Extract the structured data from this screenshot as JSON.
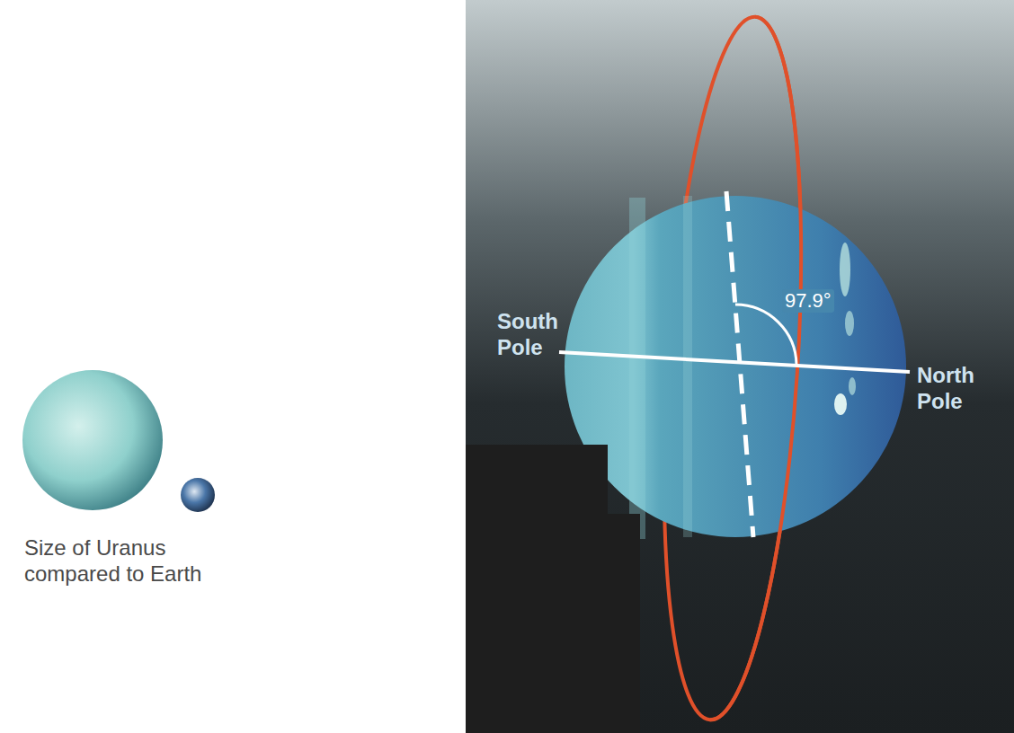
{
  "diagram": {
    "labels": [
      "Size of Uranus compared to Earth",
      "South Pole",
      "North Pole",
      "97.9°"
    ]
  }
}
